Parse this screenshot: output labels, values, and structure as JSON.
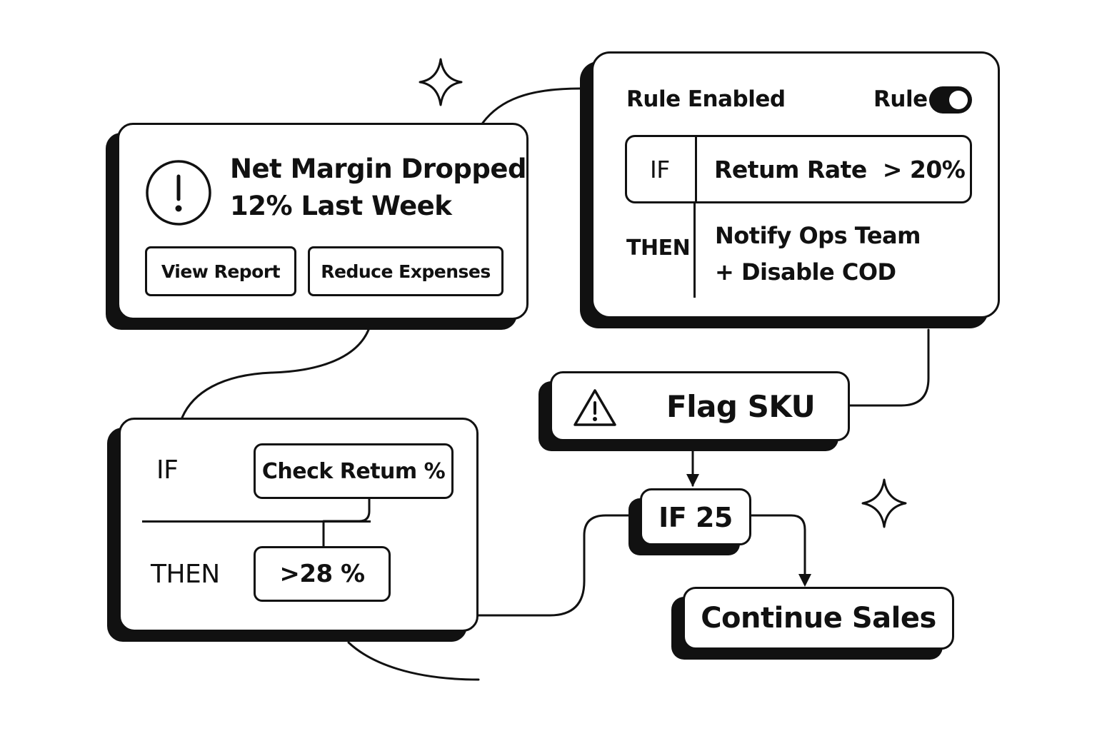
{
  "alert_card": {
    "title_line1": "Net Margin Dropped",
    "title_line2": "12% Last Week",
    "view_report_label": "View Report",
    "reduce_expenses_label": "Reduce Expenses"
  },
  "rule_card": {
    "enabled_label": "Rule Enabled",
    "toggle_label": "Rule",
    "toggle_on": true,
    "if_label": "IF",
    "condition": "Retum Rate  > 20%",
    "then_label": "THEN",
    "action_line1": "Notify Ops Team",
    "action_line2": "+ Disable COD"
  },
  "flag_node": {
    "label": "Flag SKU",
    "icon": "warning-icon"
  },
  "if_node": {
    "label": "IF 25"
  },
  "continue_node": {
    "label": "Continue Sales"
  },
  "check_card": {
    "if_label": "IF",
    "check_label": "Check Retum %",
    "then_label": "THEN",
    "threshold_label": ">28 %"
  },
  "decorations": {
    "sparkle_icon": "sparkle-icon"
  }
}
